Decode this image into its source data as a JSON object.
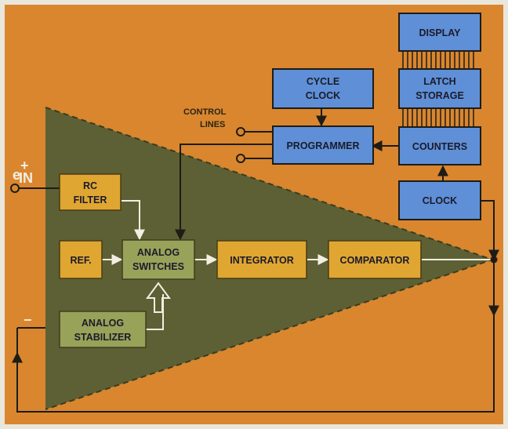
{
  "diagram": {
    "blocks": {
      "display": [
        "DISPLAY"
      ],
      "latch": [
        "LATCH",
        "STORAGE"
      ],
      "cycle_clock": [
        "CYCLE",
        "CLOCK"
      ],
      "programmer": [
        "PROGRAMMER"
      ],
      "counters": [
        "COUNTERS"
      ],
      "clock": [
        "CLOCK"
      ],
      "rc_filter": [
        "RC",
        "FILTER"
      ],
      "ref": [
        "REF."
      ],
      "analog_switches": [
        "ANALOG",
        "SWITCHES"
      ],
      "integrator": [
        "INTEGRATOR"
      ],
      "comparator": [
        "COMPARATOR"
      ],
      "analog_stabilizer": [
        "ANALOG",
        "STABILIZER"
      ]
    },
    "labels": {
      "control_lines": [
        "CONTROL",
        "LINES"
      ],
      "plus": "+",
      "minus": "−",
      "e": "e",
      "in": "IN"
    },
    "colors": {
      "background": "#d9862f",
      "triangle": "#5d6034",
      "blue_block": "#5f8fd6",
      "orange_block": "#e0a632",
      "green_block": "#98a259",
      "wire": "#1d1c17"
    }
  }
}
